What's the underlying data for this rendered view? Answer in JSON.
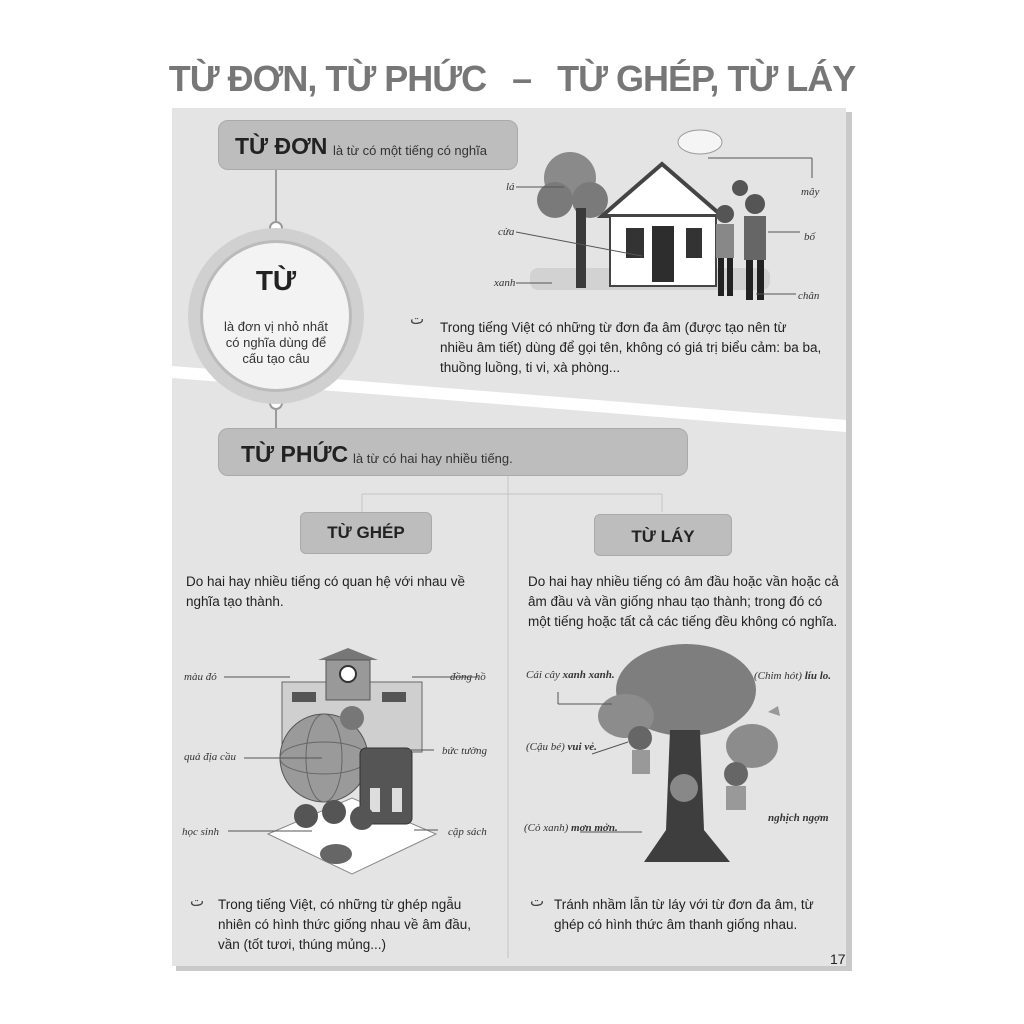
{
  "title": {
    "left": "TỪ ĐƠN, TỪ PHỨC",
    "dash": "–",
    "right": "TỪ GHÉP, TỪ LÁY"
  },
  "tu_don": {
    "heading": "TỪ ĐƠN",
    "definition": "là từ có một tiếng có nghĩa",
    "labels": {
      "la": "lá",
      "cua": "cửa",
      "xanh": "xanh",
      "may": "mây",
      "bo": "bố",
      "chan": "chân"
    },
    "note": [
      "Trong tiếng Việt có những từ đơn đa âm (được tạo nên từ",
      "nhiều âm tiết) dùng để gọi tên, không có giá trị biểu cảm: ba ba,",
      "thuồng luồng, ti vi, xà phòng..."
    ]
  },
  "tu": {
    "heading": "TỪ",
    "definition": [
      "là đơn vị nhỏ nhất",
      "có nghĩa dùng để",
      "cấu tạo câu"
    ]
  },
  "tu_phuc": {
    "heading": "TỪ PHỨC",
    "definition": "là từ có hai hay nhiều tiếng."
  },
  "tu_ghep": {
    "heading": "TỪ GHÉP",
    "definition": [
      "Do hai hay nhiều tiếng có quan hệ với nhau về",
      "nghĩa tạo thành."
    ],
    "labels": {
      "mau_do": "màu đỏ",
      "dong_ho": "đồng hồ",
      "qua_dia_cau": "quả địa cầu",
      "buc_tuong": "bức tường",
      "hoc_sinh": "học sinh",
      "cap_sach": "cặp sách"
    },
    "note": [
      "Trong tiếng Việt, có những từ ghép ngẫu",
      "nhiên có hình thức giống nhau về âm đầu,",
      "vần (tốt tươi, thúng mủng...)"
    ]
  },
  "tu_lay": {
    "heading": "TỪ LÁY",
    "definition": [
      "Do hai hay nhiều tiếng có âm đầu hoặc vần hoặc cả",
      "âm đầu và vần giống nhau tạo thành; trong đó có",
      "một tiếng hoặc tất cả các tiếng đều không có nghĩa."
    ],
    "labels": {
      "cai_cay": "Cái cây ",
      "xanh_xanh": "xanh xanh.",
      "chim_hot": "(Chim hót) ",
      "liu_lo": "líu lo.",
      "cau_be": "(Cậu bé) ",
      "vui_ve": "vui vẻ.",
      "co_xanh": "(Cỏ xanh) ",
      "mon_mon": "mơn mởn.",
      "nghich_ngom": "nghịch ngợm"
    },
    "note": [
      "Tránh nhầm lẫn từ láy với từ đơn đa âm, từ",
      "ghép có hình thức âm thanh giống nhau."
    ]
  },
  "page_number": "17"
}
